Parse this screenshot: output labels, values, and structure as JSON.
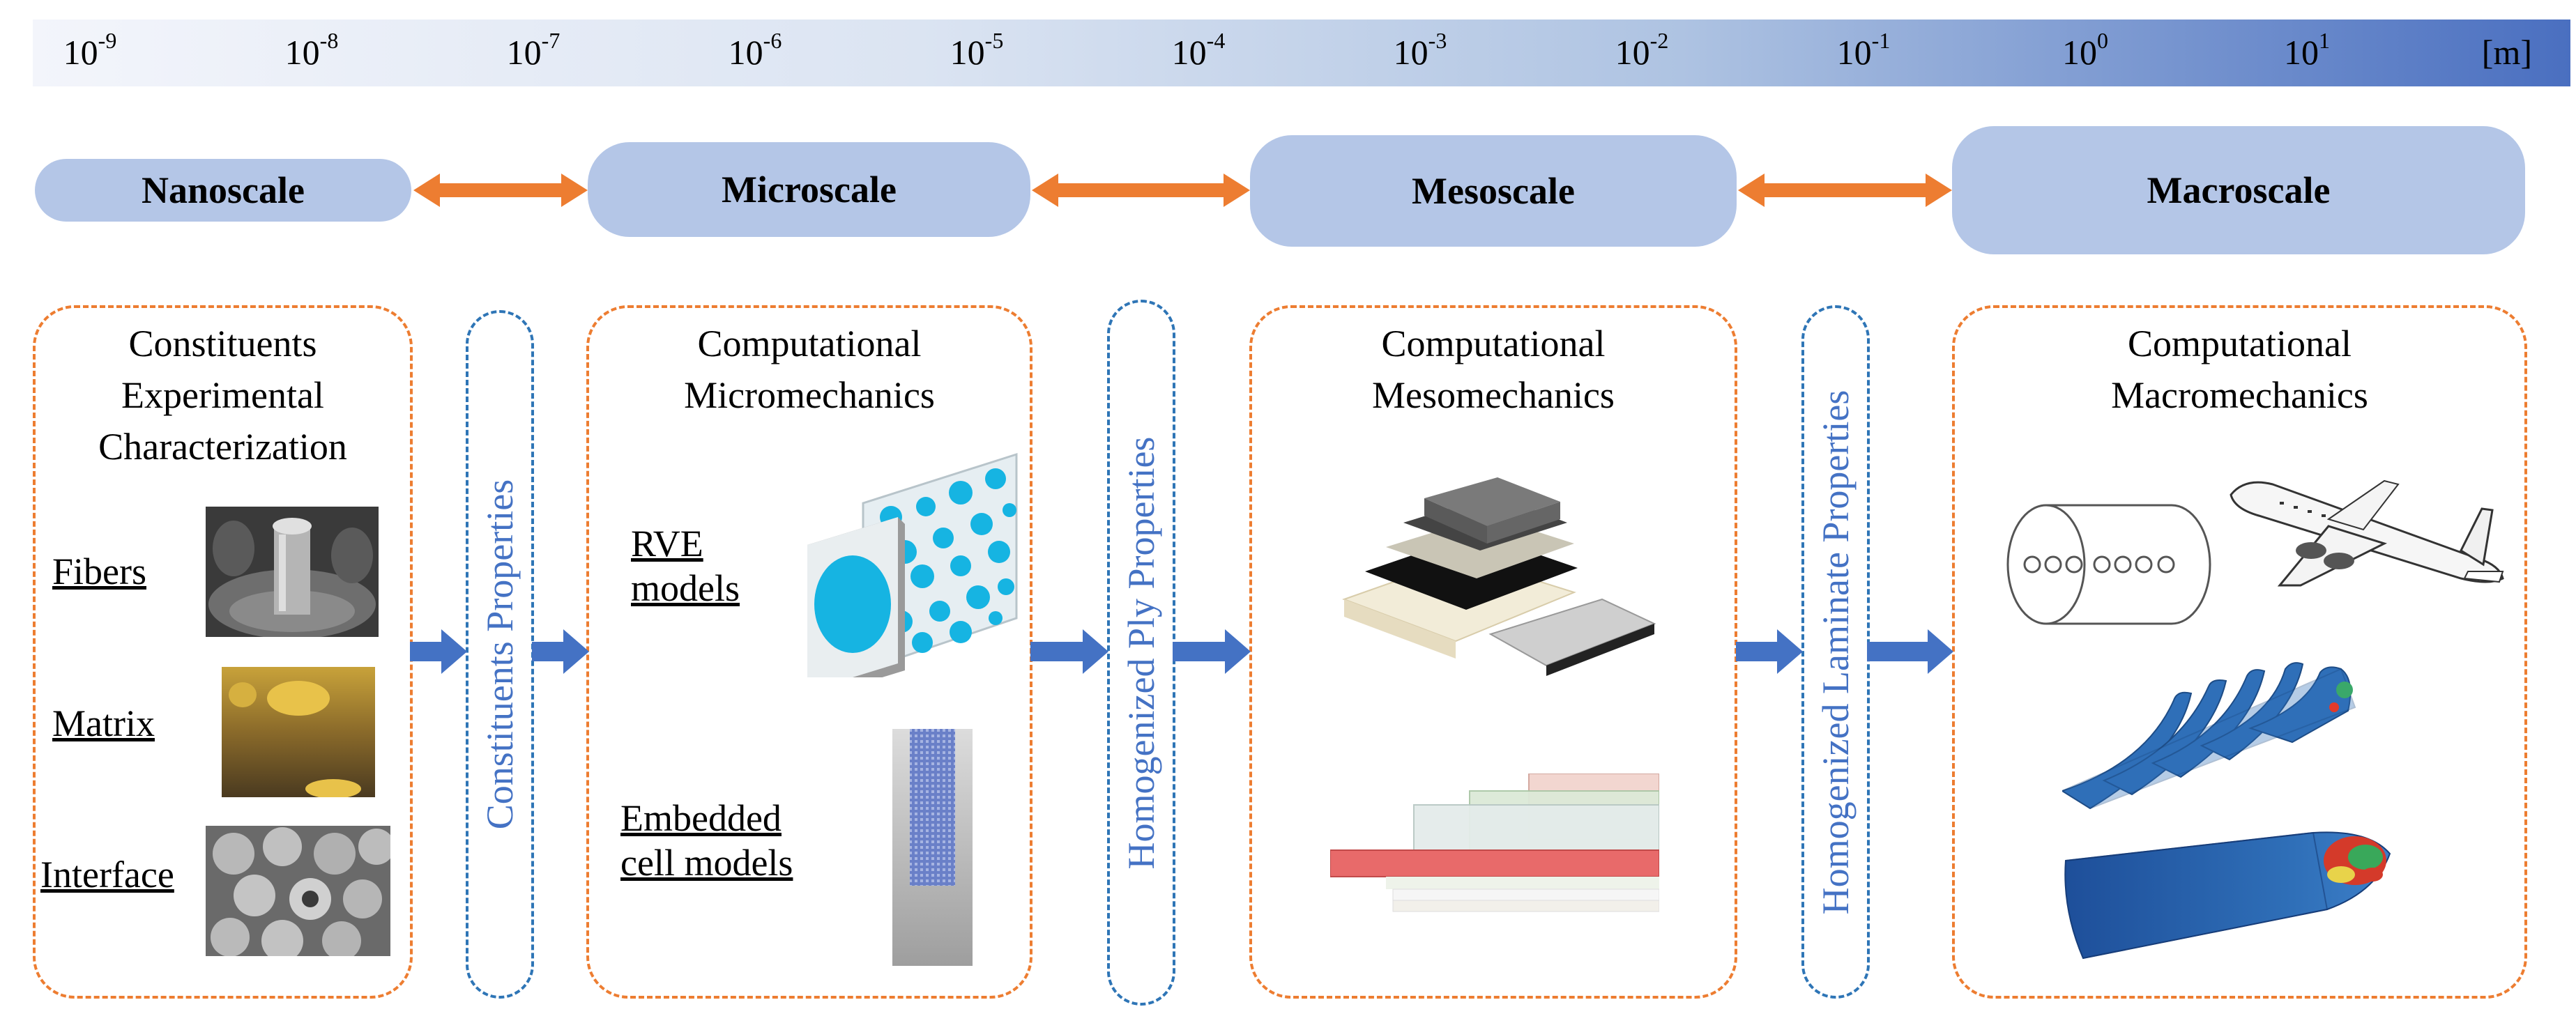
{
  "scale_bar": {
    "ticks": [
      {
        "base": "10",
        "exp": "-9"
      },
      {
        "base": "10",
        "exp": "-8"
      },
      {
        "base": "10",
        "exp": "-7"
      },
      {
        "base": "10",
        "exp": "-6"
      },
      {
        "base": "10",
        "exp": "-5"
      },
      {
        "base": "10",
        "exp": "-4"
      },
      {
        "base": "10",
        "exp": "-3"
      },
      {
        "base": "10",
        "exp": "-2"
      },
      {
        "base": "10",
        "exp": "-1"
      },
      {
        "base": "10",
        "exp": "0"
      },
      {
        "base": "10",
        "exp": "1"
      }
    ],
    "unit": "[m]"
  },
  "scales": {
    "nano": "Nanoscale",
    "micro": "Microscale",
    "meso": "Mesoscale",
    "macro": "Macroscale"
  },
  "panels": {
    "nano": {
      "title": [
        "Constituents",
        "Experimental",
        "Characterization"
      ],
      "items": {
        "fibers": "Fibers",
        "matrix": "Matrix",
        "interface": "Interface"
      }
    },
    "micro": {
      "title": [
        "Computational",
        "Micromechanics"
      ],
      "rve": [
        "RVE",
        "models"
      ],
      "embedded": [
        "Embedded",
        "cell models"
      ]
    },
    "meso": {
      "title": [
        "Computational",
        "Mesomechanics"
      ]
    },
    "macro": {
      "title": [
        "Computational",
        "Macromechanics"
      ]
    }
  },
  "transfers": {
    "constituents": "Constituents Properties",
    "ply": "Homogenized Ply Properties",
    "laminate": "Homogenized Laminate Properties"
  },
  "colors": {
    "pill": "#b4c6e7",
    "arrow_orange": "#ed7d31",
    "arrow_blue": "#4472c4",
    "panel_border": "#ed7d31",
    "capsule_border": "#2e75b6",
    "capsule_text": "#4472c4"
  },
  "icons": [
    "sem-fiber-image",
    "afm-matrix-image",
    "sem-interface-image",
    "rve-cells-image",
    "embedded-cell-image",
    "woven-layers-image",
    "laminate-stack-image",
    "cylinder-sketch-icon",
    "airplane-icon",
    "wing-ribs-fem-image",
    "wing-box-fem-image"
  ]
}
